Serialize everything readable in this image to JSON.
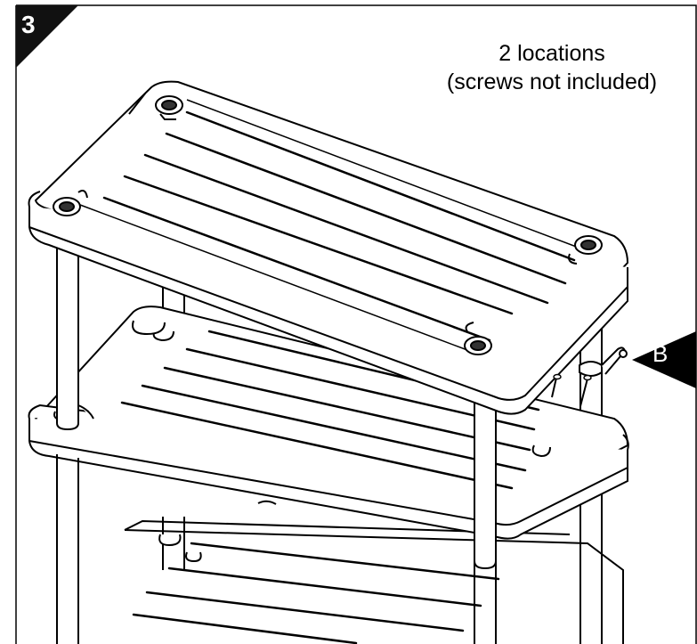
{
  "step": {
    "number": "3"
  },
  "caption": {
    "line1": "2 locations",
    "line2": "(screws not included)"
  },
  "callout": {
    "letter": "B"
  },
  "colors": {
    "ink": "#000000",
    "shelf_fill": "#ffffff",
    "badge": "#111111"
  },
  "icons": {
    "step_badge": "step-number-badge",
    "callout_arrow": "callout-arrow",
    "screw": "screw-icon",
    "tie_wrap": "tie-wrap-icon"
  }
}
